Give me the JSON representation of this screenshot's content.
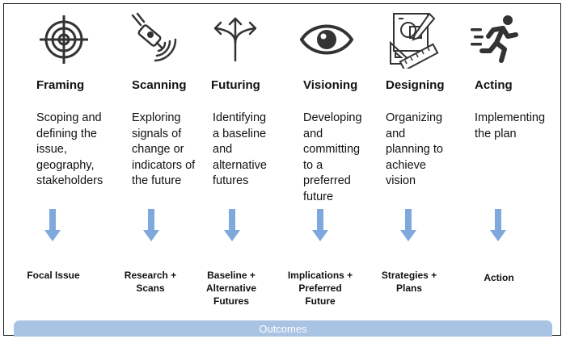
{
  "stages": [
    {
      "icon": "target-crosshair-icon",
      "title": "Framing",
      "description": [
        "Scoping and",
        "defining the",
        "issue,",
        "geography,",
        "stakeholders"
      ],
      "outcome": [
        "Focal Issue"
      ]
    },
    {
      "icon": "satellite-dish-scanning-icon",
      "title": "Scanning",
      "description": [
        "Exploring",
        "signals of",
        "change or",
        "indicators of",
        "the future"
      ],
      "outcome": [
        "Research +",
        "Scans"
      ]
    },
    {
      "icon": "three-way-arrows-icon",
      "title": "Futuring",
      "description": [
        "Identifying",
        "a baseline",
        "and",
        "alternative",
        "futures"
      ],
      "outcome": [
        "Baseline +",
        "Alternative",
        "Futures"
      ]
    },
    {
      "icon": "eye-icon",
      "title": "Visioning",
      "description": [
        "Developing",
        "and",
        "committing",
        "to a",
        "preferred",
        "future"
      ],
      "outcome": [
        "Implications +",
        "Preferred",
        "Future"
      ]
    },
    {
      "icon": "design-tools-icon",
      "title": "Designing",
      "description": [
        "Organizing",
        "and",
        "planning to",
        "achieve",
        "vision"
      ],
      "outcome": [
        "Strategies +",
        "Plans"
      ]
    },
    {
      "icon": "running-person-icon",
      "title": "Acting",
      "description": [
        "Implementing",
        "the plan"
      ],
      "outcome": [
        "Action"
      ]
    }
  ],
  "outcomes_label": "Outcomes",
  "colors": {
    "arrow": "#7fa8dc",
    "outcomes_bar": "#a9c3e3",
    "icon": "#333333"
  }
}
